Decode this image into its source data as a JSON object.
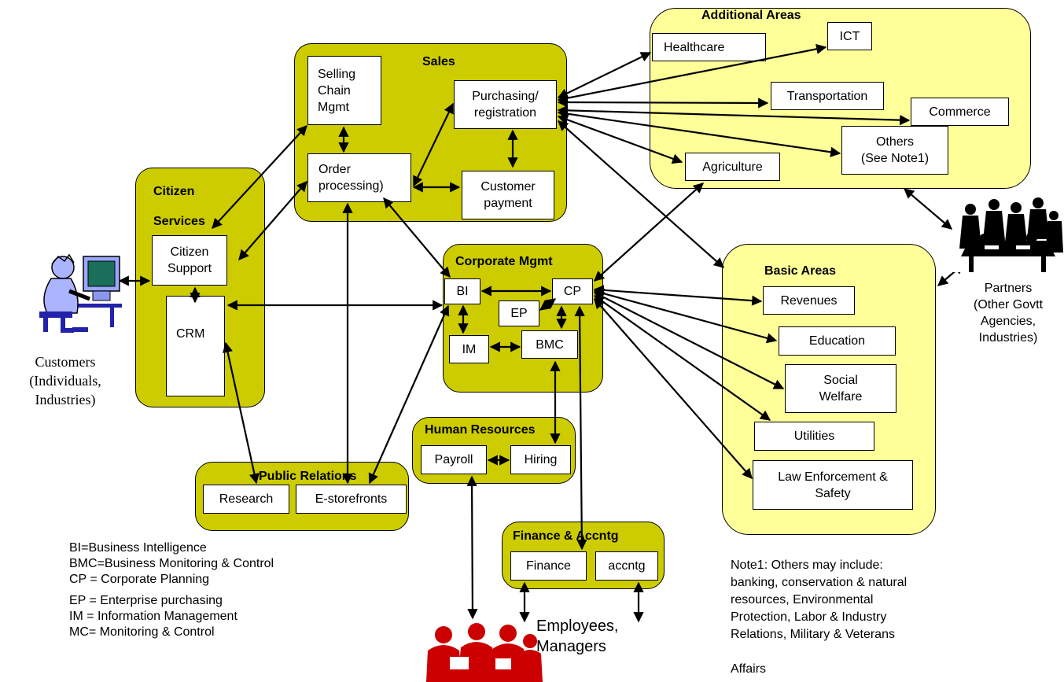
{
  "groups": {
    "sales": "Sales",
    "citizen_services_line1": "Citizen",
    "citizen_services_line2": "Services",
    "additional_areas": "Additional Areas",
    "corporate_mgmt": "Corporate Mgmt",
    "basic_areas": "Basic Areas",
    "human_resources": "Human Resources",
    "public_relations": "Public Relations",
    "finance_accntg": "Finance & Accntg"
  },
  "boxes": {
    "selling_chain": "Selling\nChain\nMgmt",
    "purchasing": "Purchasing/\nregistration",
    "order_processing": "Order\nprocessing)",
    "customer_payment": "Customer\npayment",
    "citizen_support": "Citizen\nSupport",
    "crm": "CRM",
    "healthcare": "Healthcare",
    "ict": "ICT",
    "transportation": "Transportation",
    "commerce": "Commerce",
    "others": "Others\n(See Note1)",
    "agriculture": "Agriculture",
    "bi": "BI",
    "cp": "CP",
    "ep": "EP",
    "im": "IM",
    "bmc": "BMC",
    "revenues": "Revenues",
    "education": "Education",
    "social_welfare": "Social\nWelfare",
    "utilities": "Utilities",
    "law_enforcement": "Law Enforcement &\nSafety",
    "payroll": "Payroll",
    "hiring": "Hiring",
    "research": "Research",
    "e_storefronts": "E-storefronts",
    "finance": "Finance",
    "accntg": "accntg"
  },
  "actors": {
    "customers": "Customers\n(Individuals,\nIndustries)",
    "partners": "Partners\n(Other Govtt\nAgencies,\nIndustries)",
    "employees": "Employees,\nManagers"
  },
  "legend": {
    "line1": "BI=Business Intelligence",
    "line2": "BMC=Business Monitoring & Control",
    "line3": "CP = Corporate Planning",
    "line4": "EP = Enterprise  purchasing",
    "line5": "IM = Information Management",
    "line6": "MC= Monitoring & Control"
  },
  "note": "Note1: Others may include:\nbanking, conservation & natural\nresources, Environmental\nProtection, Labor & Industry\nRelations, Military & Veterans\n\nAffairs"
}
